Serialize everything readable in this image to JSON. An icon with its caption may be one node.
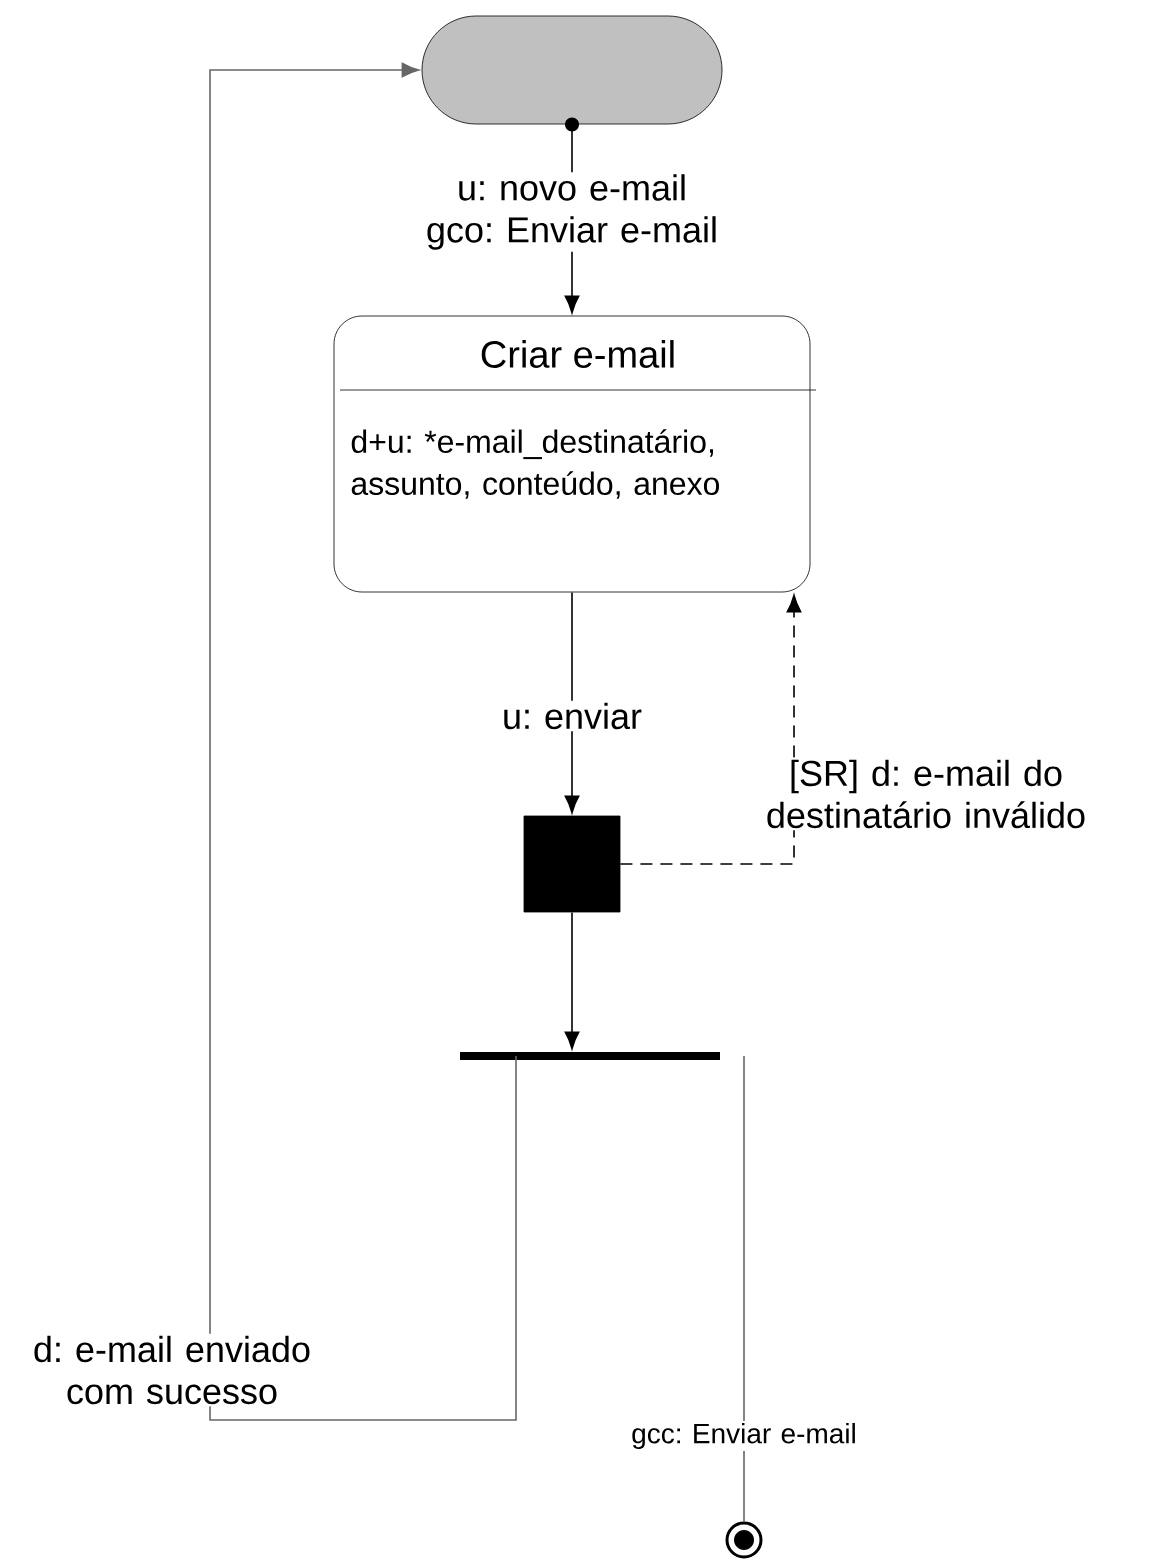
{
  "diagram": {
    "nodes": [
      {
        "text": [],
        "shape": "box"
      },
      {
        "text": [
          "Criar e-mail",
          "d+u: *e-mail_destinatário, assunto, conteúdo, anexo"
        ]
      },
      {
        "text": [],
        "shape": "box"
      },
      {
        "text": [],
        "shape": "bar"
      },
      {
        "text": [],
        "shape": "circle"
      }
    ],
    "edges": [
      {
        "from": 0,
        "to": 1,
        "arrow": "to",
        "label": "u: novo e-mail gco: Enviar e-mail"
      },
      {
        "from": 1,
        "to": 2,
        "arrow": "to",
        "label": "u: enviar"
      },
      {
        "from": 2,
        "to": 1,
        "arrow": "to",
        "style": "dashed",
        "label": "[SR] d: e-mail do destinatário inválido"
      },
      {
        "from": 2,
        "to": 3,
        "arrow": "to"
      },
      {
        "from": 3,
        "to": 0,
        "arrow": "to",
        "color": "#666666",
        "label": "d: e-mail enviado com sucesso"
      },
      {
        "from": 3,
        "to": 4,
        "arrow": "none",
        "color": "#666666",
        "label": "gcc: Enviar e-mail"
      }
    ]
  }
}
